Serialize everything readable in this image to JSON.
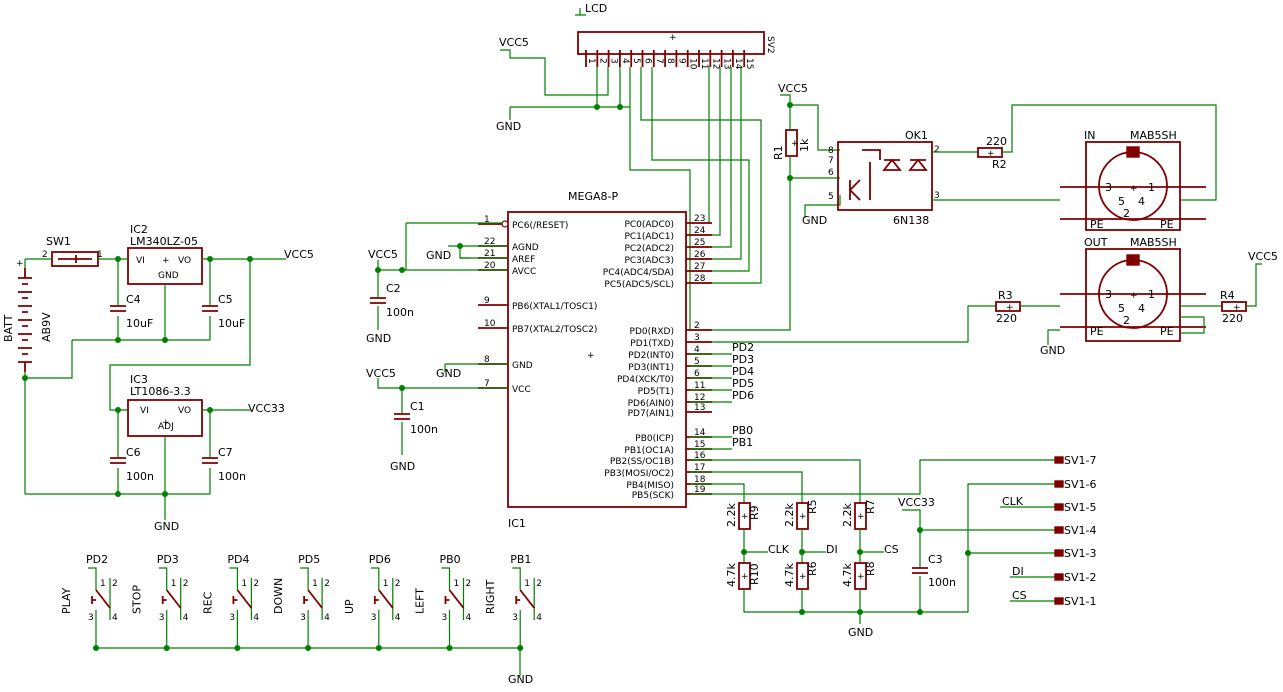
{
  "labels": {
    "lcd": "LCD",
    "sv2": "SV2",
    "sv2_pins": [
      "1",
      "2",
      "3",
      "4",
      "5",
      "6",
      "7",
      "8",
      "9",
      "10",
      "11",
      "12",
      "13",
      "14",
      "15"
    ],
    "vcc5_a": "VCC5",
    "gnd_a": "GND",
    "vcc5_b": "VCC5",
    "r1": "R1",
    "r1_val": "1k",
    "ok1": "OK1",
    "ok1_part": "6N138",
    "gnd_b": "GND",
    "r2_val": "220",
    "r2": "R2",
    "in": "IN",
    "mab_in": "MAB5SH",
    "out": "OUT",
    "mab_out": "MAB5SH",
    "din_pins": [
      "3",
      "1",
      "5",
      "4",
      "2"
    ],
    "pe": "PE",
    "r3": "R3",
    "r3_val": "220",
    "r4": "R4",
    "r4_val": "220",
    "vcc5_c": "VCC5",
    "gnd_c": "GND",
    "mega8": "MEGA8-P",
    "ic1": "IC1",
    "reset": "PC6(/RESET)",
    "agnd": "AGND",
    "aref": "AREF",
    "avcc": "AVCC",
    "pb6": "PB6(XTAL1/TOSC1)",
    "pb7": "PB7(XTAL2/TOSC2)",
    "gnd_pin": "GND",
    "vcc_pin": "VCC",
    "pc0": "PC0(ADC0)",
    "pc1": "PC1(ADC1)",
    "pc2": "PC2(ADC2)",
    "pc3": "PC3(ADC3)",
    "pc4": "PC4(ADC4/SDA)",
    "pc5": "PC5(ADC5/SCL)",
    "pd0": "PD0(RXD)",
    "pd1": "PD1(TXD)",
    "pd2": "PD2(INT0)",
    "pd3": "PD3(INT1)",
    "pd4": "PD4(XCK/T0)",
    "pd5": "PD5(T1)",
    "pd6": "PD6(AIN0)",
    "pd7": "PD7(AIN1)",
    "pb0": "PB0(ICP)",
    "pb1": "PB1(OC1A)",
    "pb2": "PB2(SS/OC1B)",
    "pb3": "PB3(MOSI/OC2)",
    "pb4": "PB4(MISO)",
    "pb5": "PB5(SCK)",
    "n1": "1",
    "n22": "22",
    "n21": "21",
    "n20": "20",
    "n9": "9",
    "n10": "10",
    "n8": "8",
    "n7": "7",
    "n23": "23",
    "n24": "24",
    "n25": "25",
    "n26": "26",
    "n27": "27",
    "n28": "28",
    "n2": "2",
    "n3": "3",
    "n4": "4",
    "n5": "5",
    "n6": "6",
    "n11": "11",
    "n12": "12",
    "n13": "13",
    "n14": "14",
    "n15": "15",
    "n16": "16",
    "n17": "17",
    "n18": "18",
    "n19": "19",
    "ok_8": "8",
    "ok_7": "7",
    "ok_6": "6",
    "ok_5": "5",
    "ok_2": "2",
    "ok_3": "3",
    "nl_pd2": "PD2",
    "nl_pd3": "PD3",
    "nl_pd4": "PD4",
    "nl_pd5": "PD5",
    "nl_pd6": "PD6",
    "nl_pb0": "PB0",
    "nl_pb1": "PB1",
    "vcc5_d": "VCC5",
    "gnd_d": "GND",
    "c2": "C2",
    "c2_val": "100n",
    "vcc5_e": "VCC5",
    "gnd_e": "GND",
    "gnd_f": "GND",
    "c1": "C1",
    "c1_val": "100n",
    "sw1": "SW1",
    "batt": "BATT",
    "batt_part": "AB9V",
    "ic2": "IC2",
    "ic2_part": "LM340LZ-05",
    "vi": "VI",
    "vo": "VO",
    "gnd_lbl": "GND",
    "c4": "C4",
    "c4_val": "10uF",
    "c5": "C5",
    "c5_val": "10uF",
    "vcc5_f": "VCC5",
    "ic3": "IC3",
    "ic3_part": "LT1086-3.3",
    "adj": "ADJ",
    "vi3": "VI",
    "vo3": "VO",
    "vcc33_a": "VCC33",
    "c6": "C6",
    "c6_val": "100n",
    "c7": "C7",
    "c7_val": "100n",
    "gnd_g": "GND",
    "r9": "R9",
    "r9_val": "2.2k",
    "r5": "R5",
    "r5_val": "2.2k",
    "r7": "R7",
    "r7_val": "2.2k",
    "r10": "R10",
    "r10_val": "4.7k",
    "r6": "R6",
    "r6_val": "4.7k",
    "r8": "R8",
    "r8_val": "4.7k",
    "clk_a": "CLK",
    "di_a": "DI",
    "cs_a": "CS",
    "gnd_h": "GND",
    "vcc33_b": "VCC33",
    "c3": "C3",
    "c3_val": "100n",
    "sv1_7": "SV1-7",
    "sv1_6": "SV1-6",
    "sv1_5": "SV1-5",
    "sv1_4": "SV1-4",
    "sv1_3": "SV1-3",
    "sv1_2": "SV1-2",
    "sv1_1": "SV1-1",
    "clk_b": "CLK",
    "di_b": "DI",
    "cs_b": "CS",
    "gnd_i": "GND"
  },
  "buttons": [
    {
      "net": "PD2",
      "name": "PLAY"
    },
    {
      "net": "PD3",
      "name": "STOP"
    },
    {
      "net": "PD4",
      "name": "REC"
    },
    {
      "net": "PD5",
      "name": "DOWN"
    },
    {
      "net": "PD6",
      "name": "UP"
    },
    {
      "net": "PB0",
      "name": "LEFT"
    },
    {
      "net": "PB1",
      "name": "RIGHT"
    }
  ],
  "colors": {
    "wire": "#008000",
    "part": "#800000",
    "text": "#000000"
  }
}
